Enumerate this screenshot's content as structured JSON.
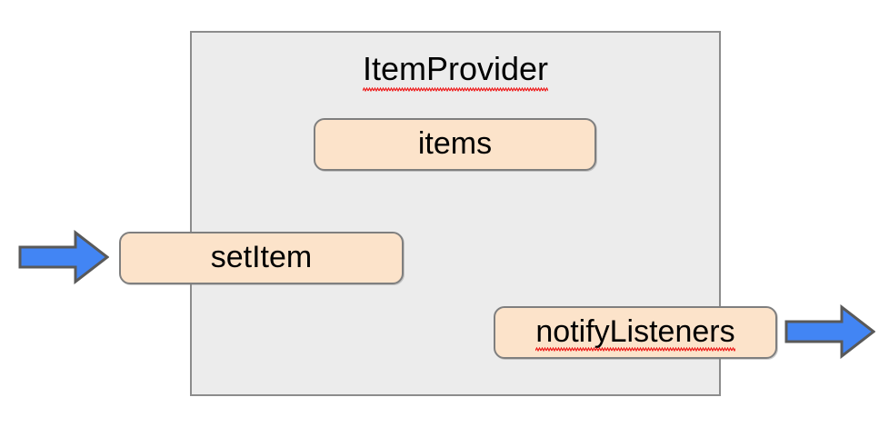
{
  "diagram": {
    "type": "class-block-diagram",
    "class_box": {
      "title": "ItemProvider",
      "title_has_spellcheck_underline": true,
      "fill_color": "#ECECEC",
      "border_color": "#8C8C8C"
    },
    "members": [
      {
        "id": "items",
        "label": "items",
        "kind": "field",
        "has_spellcheck_underline": false,
        "fill_color": "#FCE3CA",
        "border_color": "#7F7F7F"
      },
      {
        "id": "setItem",
        "label": "setItem",
        "kind": "method",
        "has_spellcheck_underline": false,
        "fill_color": "#FCE3CA",
        "border_color": "#7F7F7F"
      },
      {
        "id": "notifyListeners",
        "label": "notifyListeners",
        "kind": "method",
        "has_spellcheck_underline": true,
        "fill_color": "#FCE3CA",
        "border_color": "#7F7F7F"
      }
    ],
    "arrows": [
      {
        "id": "incoming",
        "direction": "right",
        "color": "#4285F4",
        "outline_color": "#595959",
        "points_to": "setItem"
      },
      {
        "id": "outgoing",
        "direction": "right",
        "color": "#4285F4",
        "outline_color": "#595959",
        "points_from": "notifyListeners"
      }
    ]
  }
}
